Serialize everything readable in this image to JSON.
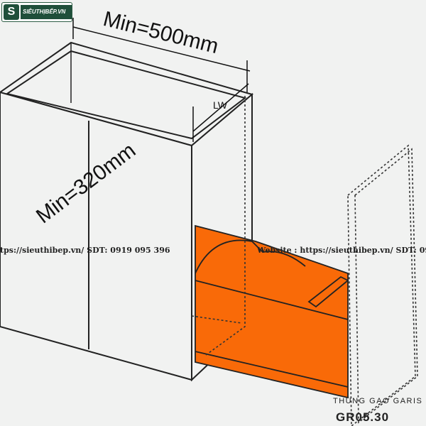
{
  "logo": {
    "mark": "S",
    "text": "SIÊUTHỊBẾP.VN"
  },
  "dimensions": {
    "width": "Min=500mm",
    "depth": "LW",
    "height": "Min=320mm"
  },
  "watermark": {
    "left": "tps://sieuthibep.vn/   SDT: 0919 095 396",
    "right": "Website : https://sieuthibep.vn/   SDT: 09"
  },
  "product": {
    "name": "THÙNG GẠO GARIS",
    "code": "GR05.30"
  },
  "colors": {
    "drawer": "#f96a08",
    "background": "#f1f2f1",
    "brand": "#1f4f3a"
  }
}
